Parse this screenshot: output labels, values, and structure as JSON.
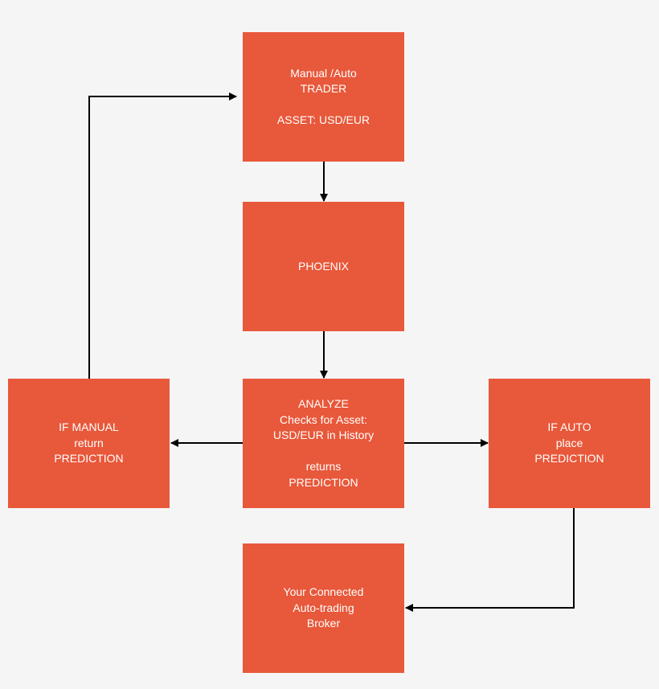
{
  "colors": {
    "background": "#f5f5f5",
    "box_fill": "#e8583a",
    "box_text": "#ffffff",
    "arrow": "#000000"
  },
  "nodes": {
    "trader": {
      "lines": [
        "Manual /Auto",
        "TRADER",
        "",
        "ASSET: USD/EUR"
      ]
    },
    "phoenix": {
      "lines": [
        "PHOENIX"
      ]
    },
    "analyze": {
      "lines": [
        "ANALYZE",
        "Checks for Asset:",
        "USD/EUR in History",
        "",
        "returns",
        "PREDICTION"
      ]
    },
    "manual": {
      "lines": [
        "IF MANUAL",
        "return",
        "PREDICTION"
      ]
    },
    "auto": {
      "lines": [
        "IF AUTO",
        "place",
        "PREDICTION"
      ]
    },
    "broker": {
      "lines": [
        "Your Connected",
        "Auto-trading",
        "Broker"
      ]
    }
  },
  "edges": [
    {
      "from": "trader",
      "to": "phoenix"
    },
    {
      "from": "phoenix",
      "to": "analyze"
    },
    {
      "from": "analyze",
      "to": "manual"
    },
    {
      "from": "analyze",
      "to": "auto"
    },
    {
      "from": "manual",
      "to": "trader"
    },
    {
      "from": "auto",
      "to": "broker"
    }
  ]
}
